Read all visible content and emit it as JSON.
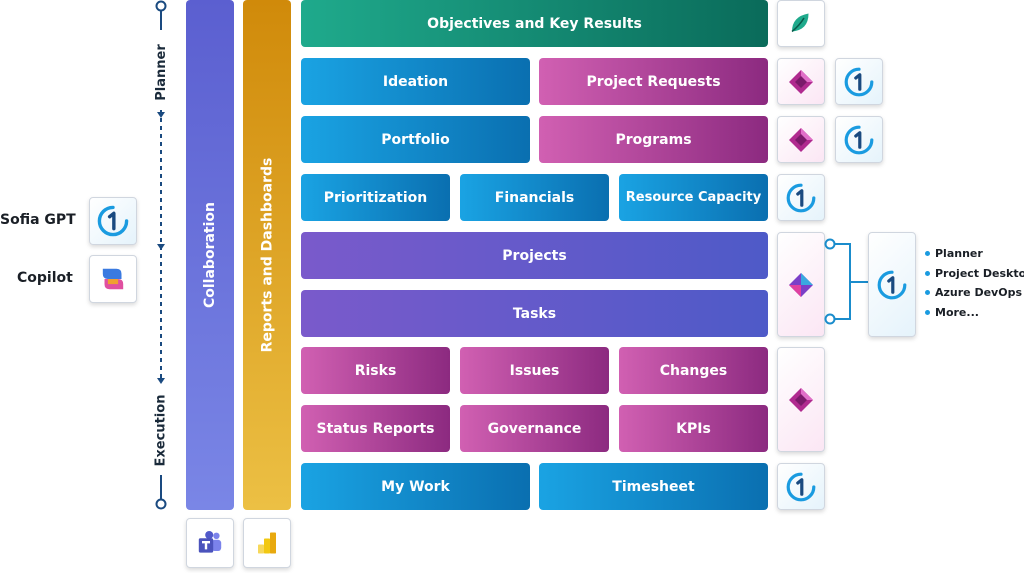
{
  "timeline": {
    "top_label": "Planner",
    "bottom_label": "Execution",
    "color": "#1a4a80"
  },
  "bars": {
    "collaboration": "Collaboration",
    "reports": "Reports and Dashboards",
    "collaboration_color": "#5b5fd0",
    "reports_color": "#d89a16"
  },
  "rows": {
    "okr": "Objectives and Key Results",
    "ideation": "Ideation",
    "project_requests": "Project Requests",
    "portfolio": "Portfolio",
    "programs": "Programs",
    "prioritization": "Prioritization",
    "financials": "Financials",
    "resource_capacity": "Resource Capacity",
    "projects": "Projects",
    "tasks": "Tasks",
    "risks": "Risks",
    "issues": "Issues",
    "changes": "Changes",
    "status_reports": "Status Reports",
    "governance": "Governance",
    "kpis": "KPIs",
    "my_work": "My Work",
    "timesheet": "Timesheet"
  },
  "ai": {
    "sofia": "Sofia GPT",
    "copilot": "Copilot"
  },
  "integrations": [
    "Planner",
    "Project Desktop",
    "Azure DevOps",
    "More..."
  ],
  "icons": {
    "viva_goals": "viva-goals-icon",
    "power_apps": "power-apps-icon",
    "onepoint": "onepoint-icon",
    "project": "microsoft-project-icon",
    "copilot": "copilot-icon",
    "teams": "teams-icon",
    "power_bi": "power-bi-icon"
  },
  "colors": {
    "teal": "#0a6b5a",
    "blue": "#0a6fb0",
    "pink": "#8c2a80",
    "purple": "#4e5ac8",
    "accent": "#1a9be0"
  }
}
